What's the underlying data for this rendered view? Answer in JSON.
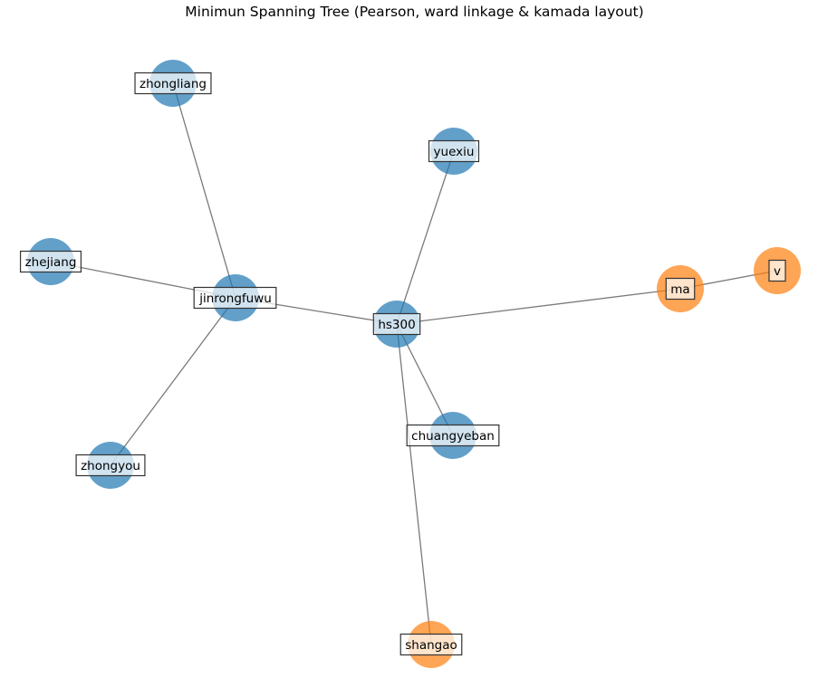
{
  "title": "Minimun Spanning Tree (Pearson, ward linkage & kamada layout)",
  "colors": {
    "cluster_blue": "#1f77b4",
    "cluster_orange": "#ff7f0e",
    "edge": "#7a7a7a"
  },
  "graph": {
    "nodes": [
      {
        "id": "zhongliang",
        "label": "zhongliang",
        "cluster": "blue"
      },
      {
        "id": "yuexiu",
        "label": "yuexiu",
        "cluster": "blue"
      },
      {
        "id": "zhejiang",
        "label": "zhejiang",
        "cluster": "blue"
      },
      {
        "id": "jinrongfuwu",
        "label": "jinrongfuwu",
        "cluster": "blue"
      },
      {
        "id": "hs300",
        "label": "hs300",
        "cluster": "blue"
      },
      {
        "id": "ma",
        "label": "ma",
        "cluster": "orange"
      },
      {
        "id": "v",
        "label": "v",
        "cluster": "orange"
      },
      {
        "id": "chuangyeban",
        "label": "chuangyeban",
        "cluster": "blue"
      },
      {
        "id": "zhongyou",
        "label": "zhongyou",
        "cluster": "blue"
      },
      {
        "id": "shangao",
        "label": "shangao",
        "cluster": "orange"
      }
    ],
    "edges": [
      [
        "zhongliang",
        "jinrongfuwu"
      ],
      [
        "zhejiang",
        "jinrongfuwu"
      ],
      [
        "jinrongfuwu",
        "zhongyou"
      ],
      [
        "jinrongfuwu",
        "hs300"
      ],
      [
        "hs300",
        "yuexiu"
      ],
      [
        "hs300",
        "ma"
      ],
      [
        "ma",
        "v"
      ],
      [
        "hs300",
        "chuangyeban"
      ],
      [
        "hs300",
        "shangao"
      ]
    ]
  }
}
